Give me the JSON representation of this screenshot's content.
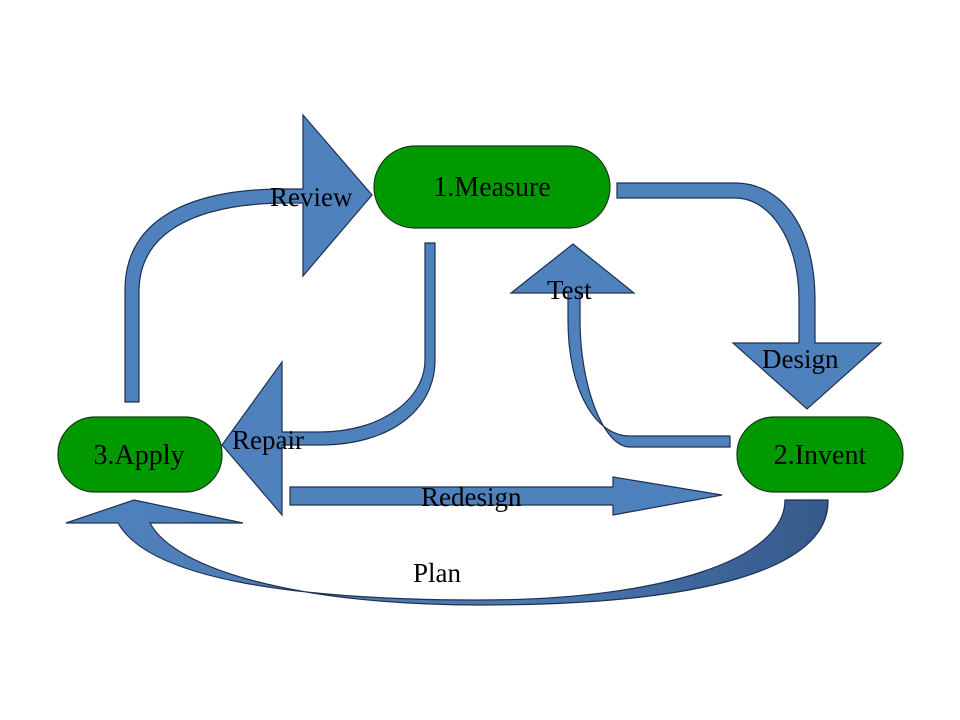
{
  "diagram": {
    "nodes": [
      {
        "id": "measure",
        "label": "1.Measure"
      },
      {
        "id": "invent",
        "label": "2.Invent"
      },
      {
        "id": "apply",
        "label": "3.Apply"
      }
    ],
    "edges": [
      {
        "id": "review",
        "label": "Review",
        "from": "apply",
        "to": "measure"
      },
      {
        "id": "design",
        "label": "Design",
        "from": "measure",
        "to": "invent"
      },
      {
        "id": "test",
        "label": "Test",
        "from": "invent",
        "to": "measure"
      },
      {
        "id": "repair",
        "label": "Repair",
        "from": "measure",
        "to": "apply"
      },
      {
        "id": "redesign",
        "label": "Redesign",
        "from": "apply",
        "to": "invent"
      },
      {
        "id": "plan",
        "label": "Plan",
        "from": "invent",
        "to": "apply"
      }
    ],
    "colors": {
      "node_fill": "#009900",
      "arrow_fill": "#4f81bd",
      "plan_arrow_dark": "#3a5f8f"
    }
  }
}
